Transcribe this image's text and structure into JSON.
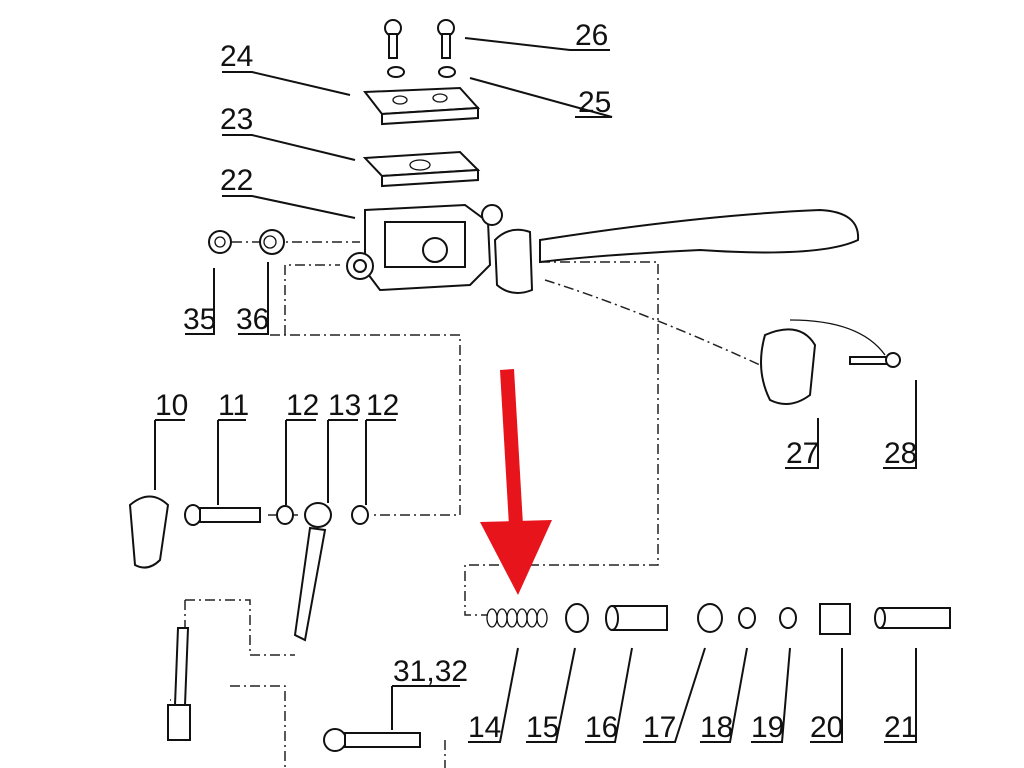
{
  "diagram": {
    "labels": {
      "p26": "26",
      "p24": "24",
      "p25": "25",
      "p23": "23",
      "p22": "22",
      "p35": "35",
      "p36": "36",
      "p27": "27",
      "p28": "28",
      "p10": "10",
      "p11": "11",
      "p12a": "12",
      "p13": "13",
      "p12b": "12",
      "p31_32": "31,32",
      "p14": "14",
      "p15": "15",
      "p16": "16",
      "p17": "17",
      "p18": "18",
      "p19": "19",
      "p20": "20",
      "p21": "21"
    },
    "highlight_arrow_color": "#e8141c"
  }
}
